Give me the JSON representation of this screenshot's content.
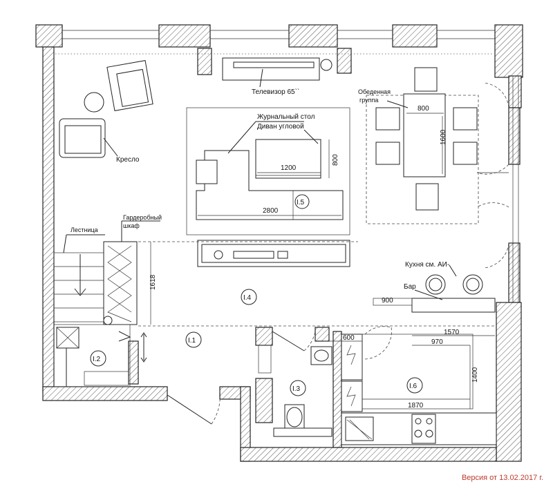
{
  "labels": {
    "tv": "Телевизор 65``",
    "dining_line1": "Обеденная",
    "dining_line2": "группа",
    "coffee_table": "Журнальный стол",
    "corner_sofa": "Диван угловой",
    "armchair": "Кресло",
    "stairs": "Лестница",
    "wardrobe_line1": "Гардеробный",
    "wardrobe_line2": "шкаф",
    "kitchen": "Кухня см. АИ-",
    "bar": "Бар"
  },
  "dimensions": {
    "dining_width": "800",
    "dining_length": "1600",
    "table_width": "1200",
    "table_depth": "800",
    "sofa_width": "2800",
    "wardrobe_length": "1618",
    "bar_length": "900",
    "kitchen_600": "600",
    "kitchen_1570": "1570",
    "kitchen_970": "970",
    "kitchen_1400": "1400",
    "kitchen_1870": "1870"
  },
  "rooms": {
    "r11": "I.1",
    "r12": "I.2",
    "r13": "I.3",
    "r14": "I.4",
    "r15": "I.5",
    "r16": "I.6"
  },
  "footer": "Версия от 13.02.2017 г.",
  "colors": {
    "line": "#222222",
    "hatch": "#555555",
    "footer": "#c0392b"
  }
}
